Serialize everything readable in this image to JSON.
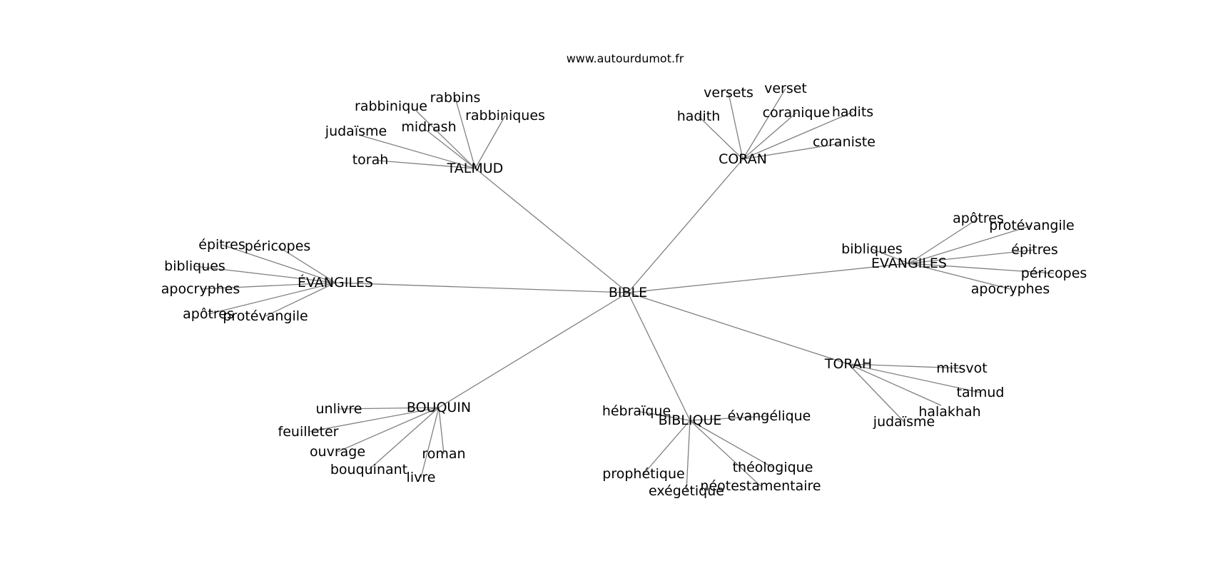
{
  "site_label": "www.autourdumot.fr",
  "graph": {
    "root": "BIBLE",
    "clusters": [
      {
        "hub": "TALMUD",
        "words": [
          "rabbins",
          "rabbinique",
          "rabbiniques",
          "midrash",
          "judaïsme",
          "torah"
        ]
      },
      {
        "hub": "CORAN",
        "words": [
          "versets",
          "verset",
          "hadith",
          "coranique",
          "hadits",
          "coraniste"
        ]
      },
      {
        "hub": "ÉVANGILES",
        "words": [
          "épitres",
          "péricopes",
          "bibliques",
          "apocryphes",
          "apôtres",
          "protévangile"
        ]
      },
      {
        "hub": "EVANGILES",
        "words": [
          "apôtres",
          "protévangile",
          "bibliques",
          "épitres",
          "péricopes",
          "apocryphes"
        ]
      },
      {
        "hub": "TORAH",
        "words": [
          "mitsvot",
          "talmud",
          "halakhah",
          "judaïsme"
        ]
      },
      {
        "hub": "BOUQUIN",
        "words": [
          "unlivre",
          "feuilleter",
          "ouvrage",
          "roman",
          "bouquinant",
          "livre"
        ]
      },
      {
        "hub": "BIBLIQUE",
        "words": [
          "hébraïque",
          "évangélique",
          "théologique",
          "prophétique",
          "néotestamentaire",
          "exégétique"
        ]
      }
    ]
  }
}
